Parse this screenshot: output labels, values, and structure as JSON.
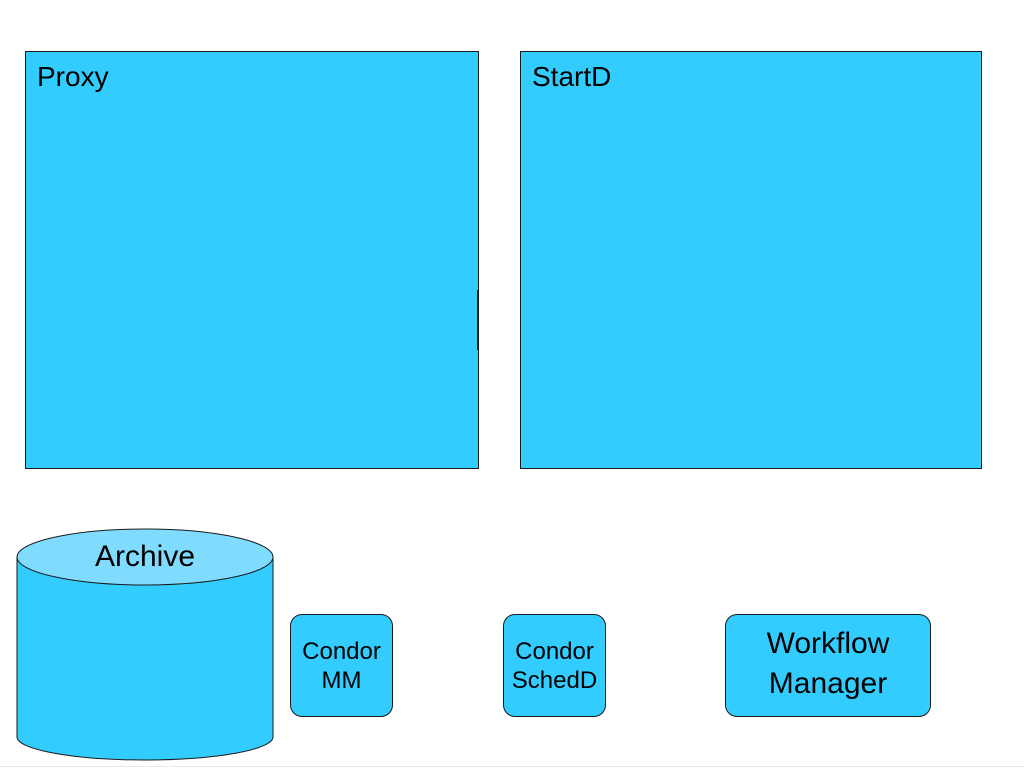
{
  "colors": {
    "fill": "#33ccff",
    "cylinder_top": "#80dcff",
    "outline": "#1a1a1a",
    "background": "#ffffff"
  },
  "nodes": {
    "proxy": {
      "label": "Proxy"
    },
    "startd": {
      "label": "StartD"
    },
    "archive": {
      "label": "Archive",
      "shape": "cylinder"
    },
    "condor_mm": {
      "line1": "Condor",
      "line2": "MM"
    },
    "condor_schedd": {
      "line1": "Condor",
      "line2": "SchedD"
    },
    "workflow_manager": {
      "line1": "Workflow",
      "line2": "Manager"
    }
  }
}
